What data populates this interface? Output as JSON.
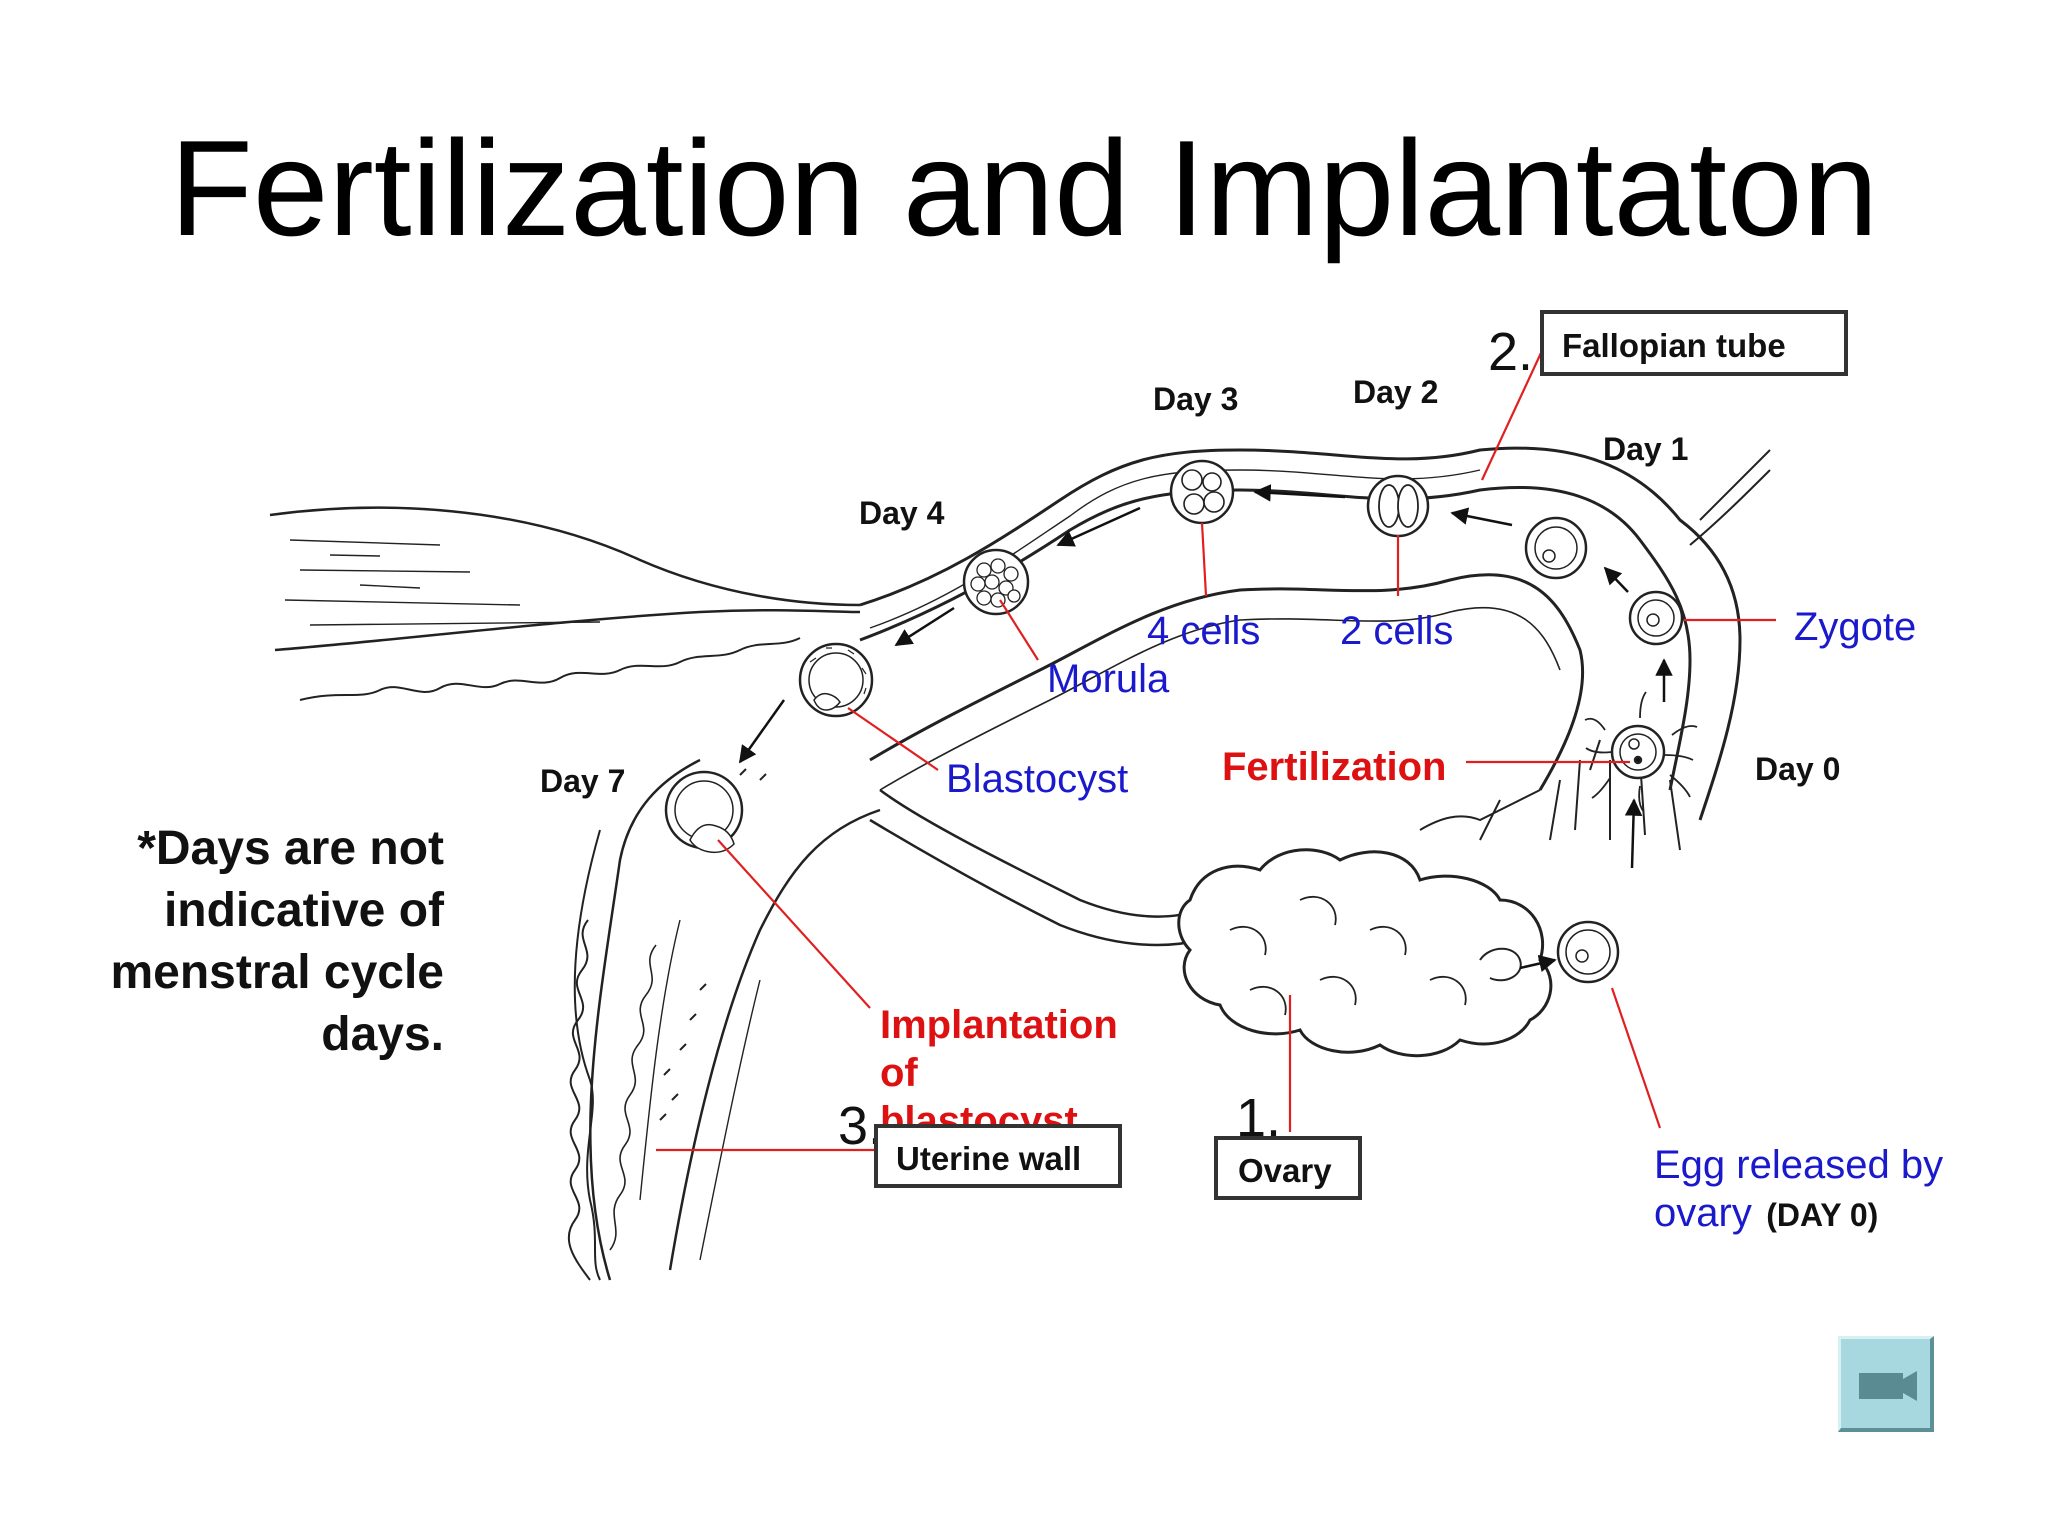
{
  "title": "Fertilization and Implantaton",
  "note": "*Days are not indicative of menstral cycle days.",
  "day_labels": {
    "day3": "Day 3",
    "day2": "Day 2",
    "day1": "Day 1",
    "day4": "Day 4",
    "day7": "Day 7",
    "day0": "Day 0"
  },
  "stage_labels": {
    "four_cells": "4 cells",
    "two_cells": "2 cells",
    "zygote": "Zygote",
    "morula": "Morula",
    "blastocyst": "Blastocyst",
    "fertilization": "Fertilization",
    "implantation_line1": "Implantation",
    "implantation_line2": "of",
    "implantation_line3": "blastocyst",
    "egg_released_line1": "Egg released by",
    "egg_released_line2": "ovary",
    "egg_released_day": "(DAY 0)"
  },
  "numbered_boxes": {
    "fallopian_tube": {
      "number": "2.",
      "label": "Fallopian tube"
    },
    "uterine_wall": {
      "number": "3.",
      "label": "Uterine wall"
    },
    "ovary": {
      "number": "1.",
      "label": "Ovary"
    }
  },
  "colors": {
    "label_blue": "#1a1acc",
    "label_red": "#dd1111",
    "leader_red": "#e02020",
    "video_button": "#a8d8df"
  },
  "icons": [
    "video-camera-icon"
  ]
}
